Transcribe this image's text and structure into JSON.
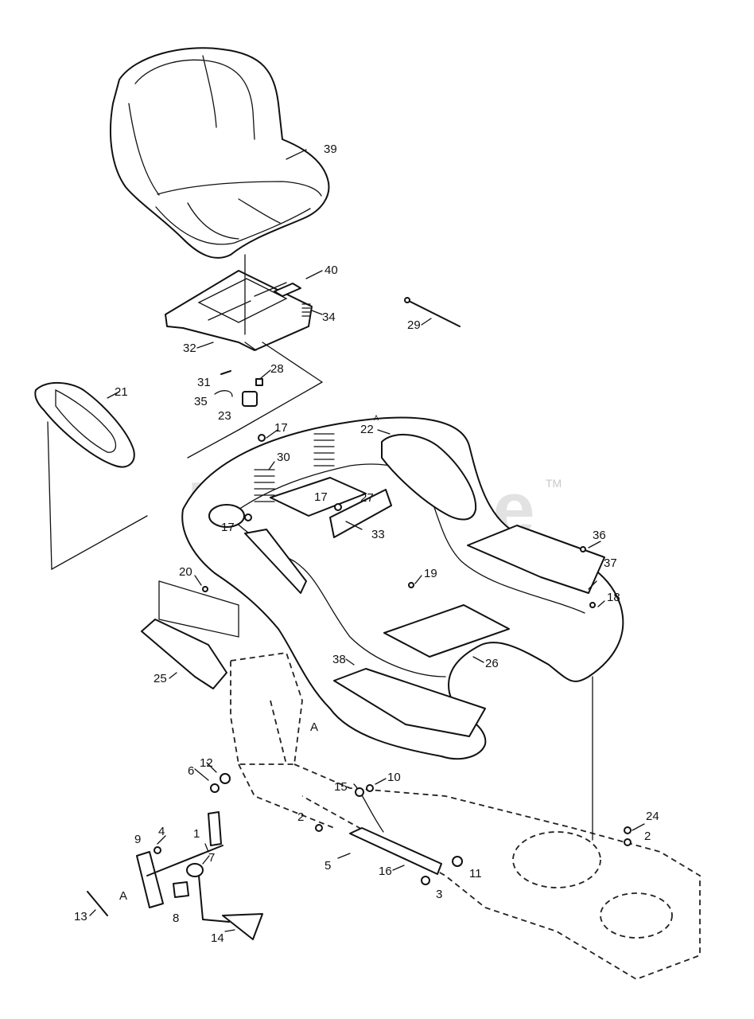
{
  "watermark": {
    "text": "PartsTree",
    "trademark": "TM"
  },
  "callouts": {
    "c1": "1",
    "c2a": "2",
    "c2b": "2",
    "c3": "3",
    "c4": "4",
    "c5": "5",
    "c6": "6",
    "c7": "7",
    "c8": "8",
    "c9": "9",
    "c10": "10",
    "c11": "11",
    "c12": "12",
    "c13": "13",
    "c14": "14",
    "c15": "15",
    "c16": "16",
    "c17a": "17",
    "c17b": "17",
    "c17c": "17",
    "c18": "18",
    "c19": "19",
    "c20": "20",
    "c21": "21",
    "c22": "22",
    "c23": "23",
    "c24": "24",
    "c25": "25",
    "c26": "26",
    "c27": "27",
    "c28": "28",
    "c29": "29",
    "c30": "30",
    "c31": "31",
    "c32": "32",
    "c33": "33",
    "c34": "34",
    "c35": "35",
    "c36": "36",
    "c37": "37",
    "c38": "38",
    "c39": "39",
    "c40": "40",
    "refA1": "A",
    "refA2": "A",
    "refA3": "A"
  }
}
